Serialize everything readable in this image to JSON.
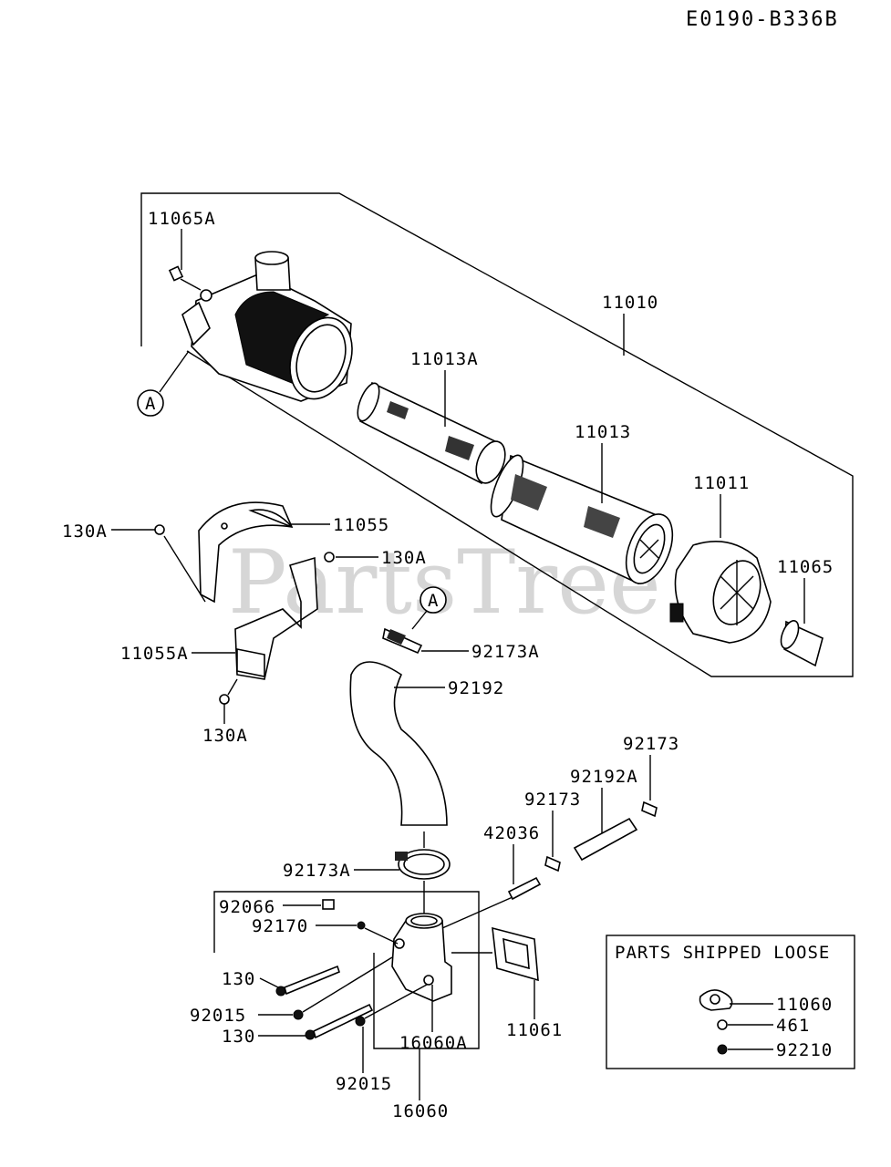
{
  "diagram_code": "E0190-B336B",
  "watermark": "PartsTree",
  "loose_box_title": "PARTS SHIPPED LOOSE",
  "callouts": {
    "circle_a": "A",
    "p11065A": "11065A",
    "p11010": "11010",
    "p11013A": "11013A",
    "p11013": "11013",
    "p11011": "11011",
    "p11065": "11065",
    "p11055": "11055",
    "p130A_1": "130A",
    "p130A_2": "130A",
    "p130A_3": "130A",
    "p11055A": "11055A",
    "p92173A_1": "92173A",
    "p92192": "92192",
    "p92173_1": "92173",
    "p92192A": "92192A",
    "p92173_2": "92173",
    "p42036": "42036",
    "p92173A_2": "92173A",
    "p92066": "92066",
    "p92170": "92170",
    "p130_1": "130",
    "p92015_1": "92015",
    "p130_2": "130",
    "p16060A": "16060A",
    "p11061": "11061",
    "p92015_2": "92015",
    "p16060": "16060",
    "p11060": "11060",
    "p461": "461",
    "p92210": "92210"
  }
}
